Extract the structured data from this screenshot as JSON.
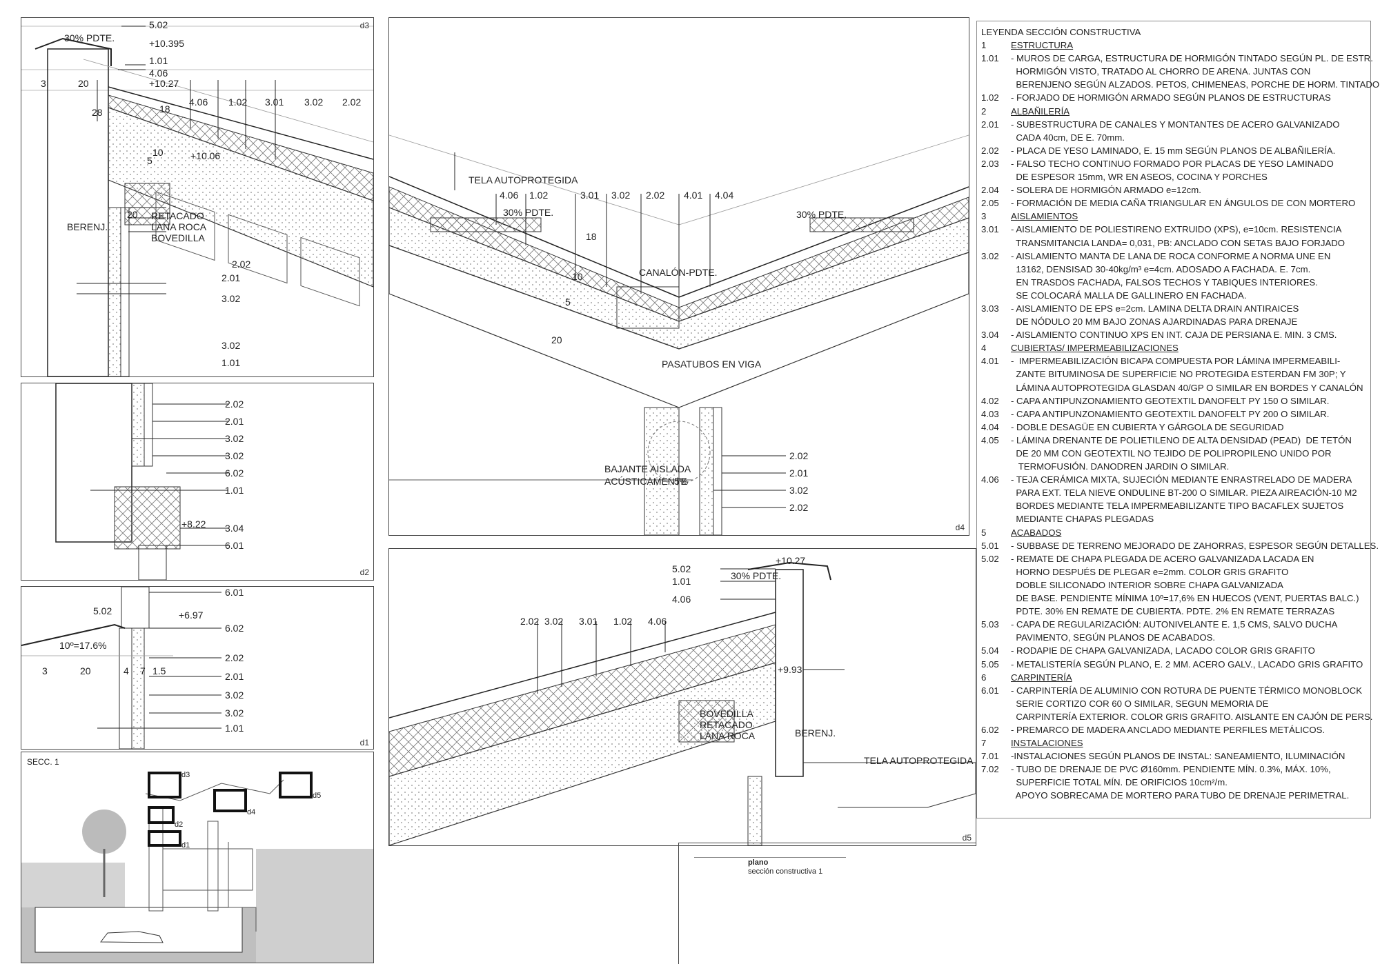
{
  "colors": {
    "line": "#333333",
    "hatch": "#666666",
    "panel_border": "#444444",
    "legend_border": "#888888"
  },
  "d3": {
    "tag": "d3",
    "labels": {
      "l5_02": "5.02",
      "slope": "30% PDTE.",
      "lv10395": "+10.395",
      "l1_01": "1.01",
      "l4_06": "4.06",
      "lv1027": "+10.27",
      "l3": "3",
      "l20": "20",
      "l28": "28",
      "l18": "18",
      "ref4_06": "4.06",
      "ref1_02": "1.02",
      "ref3_01": "3.01",
      "ref3_02": "3.02",
      "ref2_02": "2.02",
      "lv1006": "+10.06",
      "l5": "5",
      "l10": "10",
      "l20b": "20",
      "retacado": "RETACADO",
      "lana": "LANA ROCA",
      "bovedilla": "BOVEDILLA",
      "berenj": "BERENJ.",
      "s2_02": "2.02",
      "s2_01": "2.01",
      "s3_02": "3.02",
      "s3_02b": "3.02",
      "s1_01": "1.01"
    }
  },
  "d2": {
    "tag": "d2",
    "labels": {
      "a": "2.02",
      "b": "2.01",
      "c": "3.02",
      "d": "3.02",
      "e": "6.02",
      "f": "1.01",
      "lv822": "+8.22",
      "g": "3.04",
      "h": "6.01"
    }
  },
  "d1": {
    "tag": "d1",
    "labels": {
      "a": "6.01",
      "b": "5.02",
      "lv697": "+6.97",
      "c": "6.02",
      "slope": "10º=17.6%",
      "d": "2.02",
      "e": "2.01",
      "f": "3.02",
      "g": "3.02",
      "h": "1.01",
      "m3": "3",
      "m20": "20",
      "m4": "4",
      "m7": "7",
      "m15": "1.5"
    }
  },
  "secc": {
    "title": "SECC. 1",
    "tags": {
      "d3": "d3",
      "d4": "d4",
      "d5": "d5",
      "d2": "d2",
      "d1": "d1"
    }
  },
  "d4": {
    "tag": "d4",
    "labels": {
      "tela": "TELA AUTOPROTEGIDA",
      "r4_06": "4.06",
      "r1_02": "1.02",
      "r3_01": "3.01",
      "r3_02": "3.02",
      "r2_02": "2.02",
      "r4_01": "4.01",
      "r4_04": "4.04",
      "slopeL": "30% PDTE.",
      "slopeR": "30% PDTE.",
      "d18": "18",
      "d10": "10",
      "d5": "5",
      "d20": "20",
      "canalon": "CANALÓN-PDTE.",
      "pasatubos": "PASATUBOS EN VIGA",
      "bajante1": "BAJANTE AISLADA",
      "bajante2": "ACÚSTICAMENTE",
      "pct": "5%",
      "s2_02": "2.02",
      "s2_01": "2.01",
      "s3_02": "3.02",
      "s2_02b": "2.02"
    }
  },
  "d5": {
    "tag": "d5",
    "labels": {
      "r5_02": "5.02",
      "lv1027": "+10.27",
      "r1_01": "1.01",
      "slope": "30% PDTE.",
      "r4_06": "4.06",
      "t2_02": "2.02",
      "t3_02": "3.02",
      "t3_01": "3.01",
      "t1_02": "1.02",
      "t4_06": "4.06",
      "lv993": "+9.93",
      "bov": "BOVEDILLA",
      "ret": "RETACADO",
      "lana": "LANA ROCA",
      "berenj": "BERENJ.",
      "tela": "TELA AUTOPROTEGIDA"
    }
  },
  "plano": {
    "title": "plano",
    "subtitle": "sección constructiva 1"
  },
  "legend": {
    "title": "LEYENDA SECCIÓN CONSTRUCTIVA",
    "rows": [
      {
        "n": "1",
        "t": "ESTRUCTURA",
        "h": true
      },
      {
        "n": "1.01",
        "t": "- MUROS DE CARGA, ESTRUCTURA DE HORMIGÓN TINTADO SEGÚN PL. DE ESTR."
      },
      {
        "n": "",
        "t": "  HORMIGÓN VISTO, TRATADO AL CHORRO DE ARENA. JUNTAS CON"
      },
      {
        "n": "",
        "t": "  BERENJENO SEGÚN ALZADOS. PETOS, CHIMENEAS, PORCHE DE HORM. TINTADO"
      },
      {
        "n": "1.02",
        "t": "- FORJADO DE HORMIGÓN ARMADO SEGÚN PLANOS DE ESTRUCTURAS"
      },
      {
        "n": "2",
        "t": "ALBAÑILERÍA",
        "h": true
      },
      {
        "n": "2.01",
        "t": "- SUBESTRUCTURA DE CANALES Y MONTANTES DE ACERO GALVANIZADO"
      },
      {
        "n": "",
        "t": "  CADA 40cm, DE E. 70mm."
      },
      {
        "n": "2.02",
        "t": "- PLACA DE YESO LAMINADO, E. 15 mm SEGÚN PLANOS DE ALBAÑILERÍA."
      },
      {
        "n": "2.03",
        "t": "- FALSO TECHO CONTINUO FORMADO POR PLACAS DE YESO LAMINADO"
      },
      {
        "n": "",
        "t": "  DE ESPESOR 15mm, WR EN ASEOS, COCINA Y PORCHES"
      },
      {
        "n": "2.04",
        "t": "- SOLERA DE HORMIGÓN ARMADO e=12cm."
      },
      {
        "n": "2.05",
        "t": "- FORMACIÓN DE MEDIA CAÑA TRIANGULAR EN ÁNGULOS DE CON MORTERO"
      },
      {
        "n": "3",
        "t": "AISLAMIENTOS",
        "h": true
      },
      {
        "n": "3.01",
        "t": "- AISLAMIENTO DE POLIESTIRENO EXTRUIDO (XPS), e=10cm. RESISTENCIA"
      },
      {
        "n": "",
        "t": "  TRANSMITANCIA LANDA= 0,031, PB: ANCLADO CON SETAS BAJO FORJADO"
      },
      {
        "n": "3.02",
        "t": "- AISLAMIENTO MANTA DE LANA DE ROCA CONFORME A NORMA UNE EN"
      },
      {
        "n": "",
        "t": "  13162, DENSISAD 30-40kg/m³ e=4cm. ADOSADO A FACHADA. E. 7cm."
      },
      {
        "n": "",
        "t": "  EN TRASDOS FACHADA, FALSOS TECHOS Y TABIQUES INTERIORES."
      },
      {
        "n": "",
        "t": "  SE COLOCARÁ MALLA DE GALLINERO EN FACHADA."
      },
      {
        "n": "3.03",
        "t": "- AISLAMIENTO DE EPS e=2cm. LAMINA DELTA DRAIN ANTIRAICES"
      },
      {
        "n": "",
        "t": "  DE NÓDULO 20 MM BAJO ZONAS AJARDINADAS PARA DRENAJE"
      },
      {
        "n": "3.04",
        "t": "- AISLAMIENTO CONTINUO XPS EN INT. CAJA DE PERSIANA E. MIN. 3 CMS."
      },
      {
        "n": "4",
        "t": "CUBIERTAS/ IMPERMEABILIZACIONES",
        "h": true
      },
      {
        "n": "4.01",
        "t": "-  IMPERMEABILIZACIÓN BICAPA COMPUESTA POR LÁMINA IMPERMEABILI-"
      },
      {
        "n": "",
        "t": "  ZANTE BITUMINOSA DE SUPERFICIE NO PROTEGIDA ESTERDAN FM 30P; Y"
      },
      {
        "n": "",
        "t": "  LÁMINA AUTOPROTEGIDA GLASDAN 40/GP O SIMILAR EN BORDES Y CANALÓN"
      },
      {
        "n": "4.02",
        "t": "- CAPA ANTIPUNZONAMIENTO GEOTEXTIL DANOFELT PY 150 O SIMILAR."
      },
      {
        "n": "4.03",
        "t": "- CAPA ANTIPUNZONAMIENTO GEOTEXTIL DANOFELT PY 200 O SIMILAR."
      },
      {
        "n": "4.04",
        "t": "- DOBLE DESAGÜE EN CUBIERTA Y GÁRGOLA DE SEGURIDAD"
      },
      {
        "n": "4.05",
        "t": "- LÁMINA DRENANTE DE POLIETILENO DE ALTA DENSIDAD (PEAD)  DE TETÓN"
      },
      {
        "n": "",
        "t": "  DE 20 MM CON GEOTEXTIL NO TEJIDO DE POLIPROPILENO UNIDO POR"
      },
      {
        "n": "",
        "t": "   TERMOFUSIÓN. DANODREN JARDIN O SIMILAR."
      },
      {
        "n": "4.06",
        "t": "- TEJA CERÁMICA MIXTA, SUJECIÓN MEDIANTE ENRASTRELADO DE MADERA"
      },
      {
        "n": "",
        "t": "  PARA EXT. TELA NIEVE ONDULINE BT-200 O SIMILAR. PIEZA AIREACIÓN-10 M2"
      },
      {
        "n": "",
        "t": "  BORDES MEDIANTE TELA IMPERMEABILIZANTE TIPO BACAFLEX SUJETOS"
      },
      {
        "n": "",
        "t": "  MEDIANTE CHAPAS PLEGADAS"
      },
      {
        "n": "5",
        "t": "ACABADOS",
        "h": true
      },
      {
        "n": "5.01",
        "t": "- SUBBASE DE TERRENO MEJORADO DE ZAHORRAS, ESPESOR SEGÚN DETALLES."
      },
      {
        "n": "5.02",
        "t": "- REMATE DE CHAPA PLEGADA DE ACERO GALVANIZADA LACADA EN"
      },
      {
        "n": "",
        "t": "  HORNO DESPUÉS DE PLEGAR e=2mm. COLOR GRIS GRAFITO"
      },
      {
        "n": "",
        "t": "  DOBLE SILICONADO INTERIOR SOBRE CHAPA GALVANIZADA"
      },
      {
        "n": "",
        "t": "  DE BASE. PENDIENTE MÍNIMA 10º=17,6% EN HUECOS (VENT, PUERTAS BALC.)"
      },
      {
        "n": "",
        "t": "  PDTE. 30% EN REMATE DE CUBIERTA. PDTE. 2% EN REMATE TERRAZAS"
      },
      {
        "n": "5.03",
        "t": "- CAPA DE REGULARIZACIÓN: AUTONIVELANTE E. 1,5 CMS, SALVO DUCHA"
      },
      {
        "n": "",
        "t": "  PAVIMENTO, SEGÚN PLANOS DE ACABADOS."
      },
      {
        "n": "5.04",
        "t": "- RODAPIE DE CHAPA GALVANIZADA, LACADO COLOR GRIS GRAFITO"
      },
      {
        "n": "5.05",
        "t": "- METALISTERÍA SEGÚN PLANO, E. 2 MM. ACERO GALV., LACADO GRIS GRAFITO"
      },
      {
        "n": "6",
        "t": "CARPINTERÍA",
        "h": true
      },
      {
        "n": "6.01",
        "t": "- CARPINTERÍA DE ALUMINIO CON ROTURA DE PUENTE TÉRMICO MONOBLOCK"
      },
      {
        "n": "",
        "t": "  SERIE CORTIZO COR 60 O SIMILAR, SEGUN MEMORIA DE"
      },
      {
        "n": "",
        "t": "  CARPINTERÍA EXTERIOR. COLOR GRIS GRAFITO. AISLANTE EN CAJÓN DE PERS."
      },
      {
        "n": "6.02",
        "t": "- PREMARCO DE MADERA ANCLADO MEDIANTE PERFILES METÁLICOS."
      },
      {
        "n": "7",
        "t": "INSTALACIONES",
        "h": true
      },
      {
        "n": "7.01",
        "t": "-INSTALACIONES SEGÚN PLANOS DE INSTAL: SANEAMIENTO, ILUMINACIÓN"
      },
      {
        "n": "7.02",
        "t": "- TUBO DE DRENAJE DE PVC Ø160mm. PENDIENTE MÍN. 0.3%, MÁX. 10%,"
      },
      {
        "n": "",
        "t": "  SUPERFICIE TOTAL MÍN. DE ORIFICIOS 10cm²/m."
      },
      {
        "n": "",
        "t": "  APOYO SOBRECAMA DE MORTERO PARA TUBO DE DRENAJE PERIMETRAL."
      }
    ]
  }
}
